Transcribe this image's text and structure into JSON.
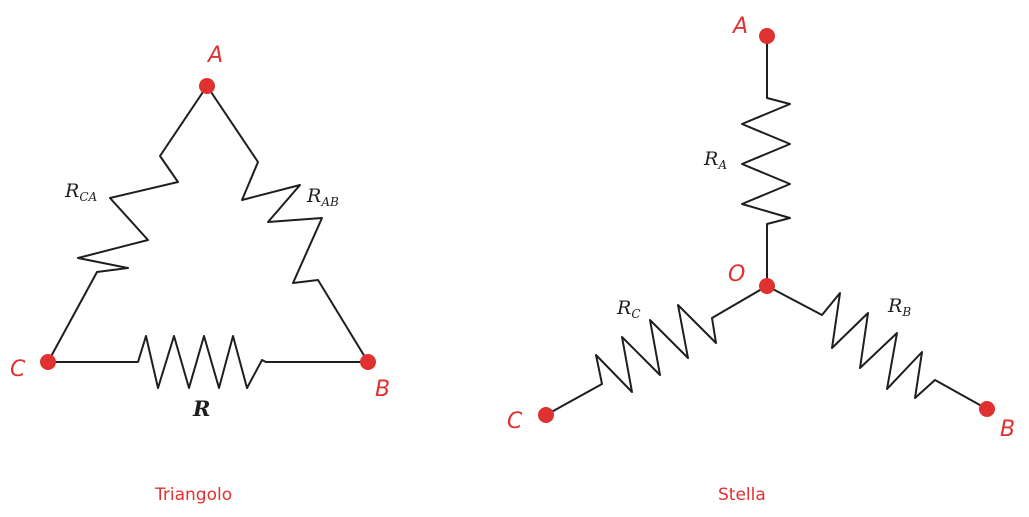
{
  "colors": {
    "node": "#e03131",
    "wire": "#1e1e1e",
    "background": "#ffffff"
  },
  "triangle": {
    "caption": "Triangolo",
    "nodes": {
      "a": "A",
      "b": "B",
      "c": "C"
    },
    "resistors": {
      "ca": {
        "main": "R",
        "sub": "CA"
      },
      "ab": {
        "main": "R",
        "sub": "AB"
      },
      "bc": {
        "main": "R"
      }
    }
  },
  "star": {
    "caption": "Stella",
    "nodes": {
      "a": "A",
      "b": "B",
      "c": "C",
      "o": "O"
    },
    "resistors": {
      "a": {
        "main": "R",
        "sub": "A"
      },
      "b": {
        "main": "R",
        "sub": "B"
      },
      "c": {
        "main": "R",
        "sub": "C"
      }
    }
  }
}
